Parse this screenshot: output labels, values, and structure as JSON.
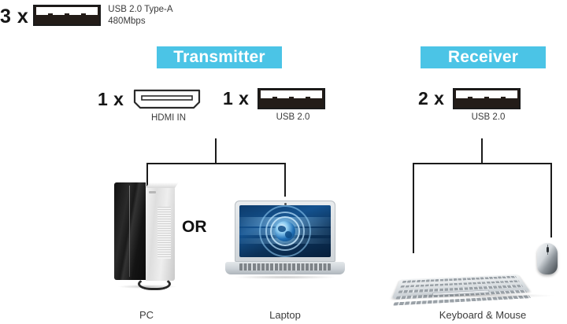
{
  "legend": {
    "quantity": "3 x",
    "port_icon": "usb-port-icon",
    "line1": "USB 2.0 Type-A",
    "line2": "480Mbps"
  },
  "colors": {
    "header_background": "#4BC4E6",
    "header_text": "#FFFFFF",
    "line": "#1B1B1B",
    "text": "#3C3C3C"
  },
  "sections": [
    {
      "id": "transmitter",
      "title": "Transmitter",
      "ports": [
        {
          "quantity": "1 x",
          "icon": "hdmi-port-icon",
          "caption": "HDMI IN"
        },
        {
          "quantity": "1 x",
          "icon": "usb-port-icon",
          "caption": "USB 2.0"
        }
      ],
      "devices": [
        {
          "icon": "desktop-pc-icon",
          "label": "PC"
        },
        {
          "icon": "laptop-icon",
          "label": "Laptop"
        }
      ],
      "conjunction": "OR"
    },
    {
      "id": "receiver",
      "title": "Receiver",
      "ports": [
        {
          "quantity": "2 x",
          "icon": "usb-port-icon",
          "caption": "USB 2.0"
        }
      ],
      "devices": [
        {
          "icon": "keyboard-mouse-icon",
          "label": "Keyboard & Mouse"
        }
      ]
    }
  ]
}
